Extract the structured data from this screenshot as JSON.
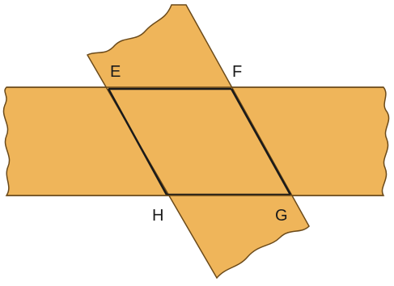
{
  "figure": {
    "colors": {
      "background": "#ffffff",
      "strip_fill": "#efb55a",
      "strip_edge": "#6b4a1a",
      "overlap_edge": "#1a1a1a"
    },
    "points": {
      "E": "E",
      "F": "F",
      "G": "G",
      "H": "H"
    }
  }
}
